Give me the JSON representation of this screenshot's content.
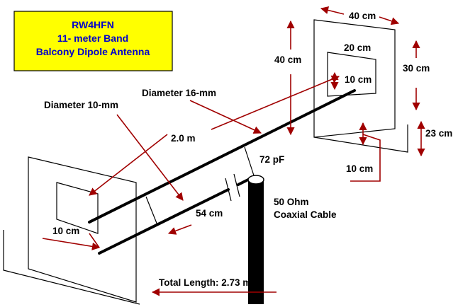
{
  "title": {
    "line1": "RW4HFN",
    "line2": "11- meter Band",
    "line3": "Balcony Dipole Antenna",
    "box_color": "#ffff00",
    "text_color": "#0000cc"
  },
  "labels": {
    "diam16": "Diameter 16-mm",
    "diam10": "Diameter 10-mm",
    "len2m": "2.0 m",
    "cap": "72 pF",
    "coax1": "50 Ohm",
    "coax2": "Coaxial Cable",
    "seg54": "54 cm",
    "total": "Total Length: 2.73 m",
    "left10": "10 cm",
    "r40top": "40 cm",
    "r40side": "40 cm",
    "r20": "20 cm",
    "r10in": "10 cm",
    "r30": "30 cm",
    "r23": "23 cm",
    "r10bot": "10 cm"
  },
  "colors": {
    "arrow": "#a00000",
    "line": "#000000"
  }
}
